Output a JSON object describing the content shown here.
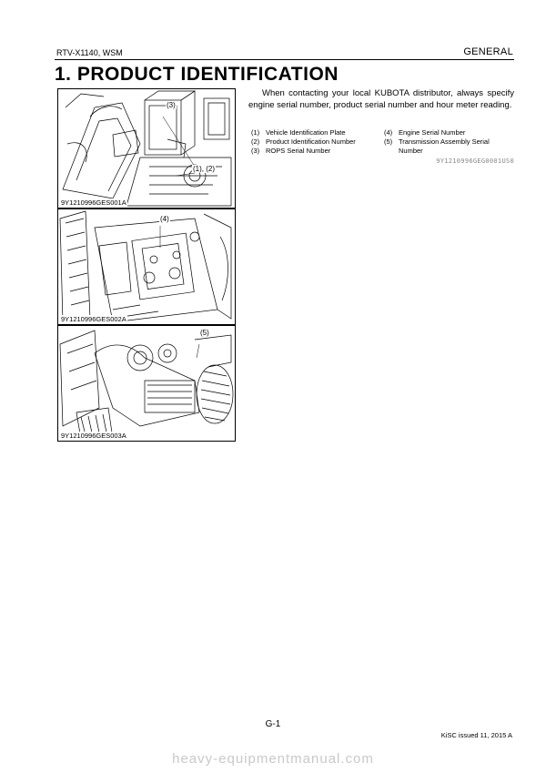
{
  "header": {
    "model": "RTV-X1140, WSM",
    "section": "GENERAL"
  },
  "title": "1.  PRODUCT IDENTIFICATION",
  "figures": [
    {
      "code": "9Y1210996GES001A",
      "callouts": [
        "(3)",
        "(1), (2)"
      ]
    },
    {
      "code": "9Y1210996GES002A",
      "callouts": [
        "(4)"
      ]
    },
    {
      "code": "9Y1210996GES003A",
      "callouts": [
        "(5)"
      ]
    }
  ],
  "intro": "When contacting your local KUBOTA distributor, always specify engine serial number, product serial number and hour meter reading.",
  "legend": {
    "left": [
      {
        "num": "(1)",
        "text": "Vehicle Identification Plate"
      },
      {
        "num": "(2)",
        "text": "Product Identification Number"
      },
      {
        "num": "(3)",
        "text": "ROPS Serial Number"
      }
    ],
    "right": [
      {
        "num": "(4)",
        "text": "Engine Serial Number"
      },
      {
        "num": "(5)",
        "text": "Transmission Assembly Serial",
        "cont": "Number"
      }
    ]
  },
  "doc_code": "9Y1210996GEG0001US0",
  "footer": {
    "page": "G-1",
    "issued": "KiSC issued 11, 2015 A",
    "site": "heavy-equipmentmanual.com"
  }
}
